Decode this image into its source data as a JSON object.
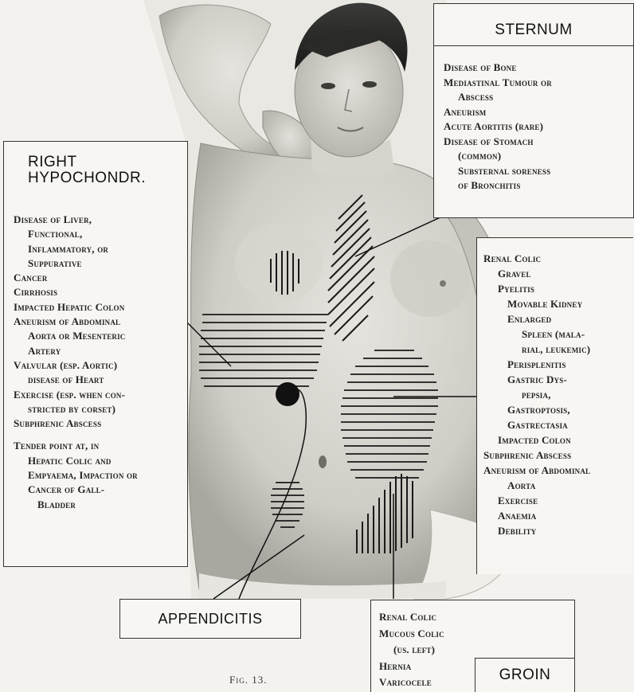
{
  "right_hypochondrium": {
    "heading_line1": "RIGHT",
    "heading_line2": "HYPOCHONDR.",
    "items": [
      {
        "text": "Disease of Liver,",
        "indent": 0
      },
      {
        "text": "Functional,",
        "indent": 1
      },
      {
        "text": "Inflammatory, or",
        "indent": 1
      },
      {
        "text": "Suppurative",
        "indent": 1
      },
      {
        "text": "Cancer",
        "indent": 0
      },
      {
        "text": "Cirrhosis",
        "indent": 0
      },
      {
        "text": "Impacted Hepatic Colon",
        "indent": 0
      },
      {
        "text": "Aneurism of Abdominal",
        "indent": 0
      },
      {
        "text": "Aorta or Mesenteric",
        "indent": 1
      },
      {
        "text": "Artery",
        "indent": 1
      },
      {
        "text": "Valvular (esp. Aortic)",
        "indent": 0
      },
      {
        "text": "disease of Heart",
        "indent": 1
      },
      {
        "text": "Exercise (esp. when con-",
        "indent": 0
      },
      {
        "text": "stricted by corset)",
        "indent": 1
      },
      {
        "text": "Subphrenic Abscess",
        "indent": 0
      },
      {
        "text": "",
        "indent": 0
      },
      {
        "text": "Tender point at, in",
        "indent": 0
      },
      {
        "text": "Hepatic Colic and",
        "indent": 1
      },
      {
        "text": "Empyaema, Impaction or",
        "indent": 1
      },
      {
        "text": "Cancer of Gall-",
        "indent": 1
      },
      {
        "text": "Bladder",
        "indent": 2
      }
    ]
  },
  "sternum": {
    "heading": "STERNUM",
    "items": [
      {
        "text": "Disease of Bone",
        "indent": 0
      },
      {
        "text": "Mediastinal Tumour or",
        "indent": 0
      },
      {
        "text": "Abscess",
        "indent": 1
      },
      {
        "text": "Aneurism",
        "indent": 0
      },
      {
        "text": "Acute Aortitis (rare)",
        "indent": 0
      },
      {
        "text": "Disease of Stomach",
        "indent": 0
      },
      {
        "text": "(common)",
        "indent": 1
      },
      {
        "text": "Substernal soreness",
        "indent": 1
      },
      {
        "text": "of Bronchitis",
        "indent": 1
      }
    ]
  },
  "left_hypochondrium": {
    "items": [
      {
        "text": "Renal Colic",
        "indent": 0
      },
      {
        "text": "Gravel",
        "indent": 1
      },
      {
        "text": "Pyelitis",
        "indent": 1
      },
      {
        "text": "Movable Kidney",
        "indent": 2
      },
      {
        "text": "Enlarged",
        "indent": 2
      },
      {
        "text": "Spleen (mala-",
        "indent": 3
      },
      {
        "text": "rial, leukemic)",
        "indent": 3
      },
      {
        "text": "Perisplenitis",
        "indent": 2
      },
      {
        "text": "Gastric Dys-",
        "indent": 2
      },
      {
        "text": "pepsia,",
        "indent": 3
      },
      {
        "text": "Gastroptosis,",
        "indent": 2
      },
      {
        "text": "Gastrectasia",
        "indent": 2
      },
      {
        "text": "Impacted Colon",
        "indent": 1
      },
      {
        "text": "Subphrenic Abscess",
        "indent": 0
      },
      {
        "text": "Aneurism of Abdominal",
        "indent": 0
      },
      {
        "text": "Aorta",
        "indent": 2
      },
      {
        "text": "Exercise",
        "indent": 1
      },
      {
        "text": "Anaemia",
        "indent": 1
      },
      {
        "text": "Debility",
        "indent": 1
      }
    ]
  },
  "appendicitis": {
    "heading": "APPENDICITIS"
  },
  "groin": {
    "heading": "GROIN",
    "items": [
      {
        "text": "Renal Colic",
        "indent": 0
      },
      {
        "text": "Mucous Colic",
        "indent": 0
      },
      {
        "text": "(us. left)",
        "indent": 1
      },
      {
        "text": "Hernia",
        "indent": 0
      },
      {
        "text": "Varicocele",
        "indent": 0
      }
    ]
  },
  "caption": "Fig. 13."
}
